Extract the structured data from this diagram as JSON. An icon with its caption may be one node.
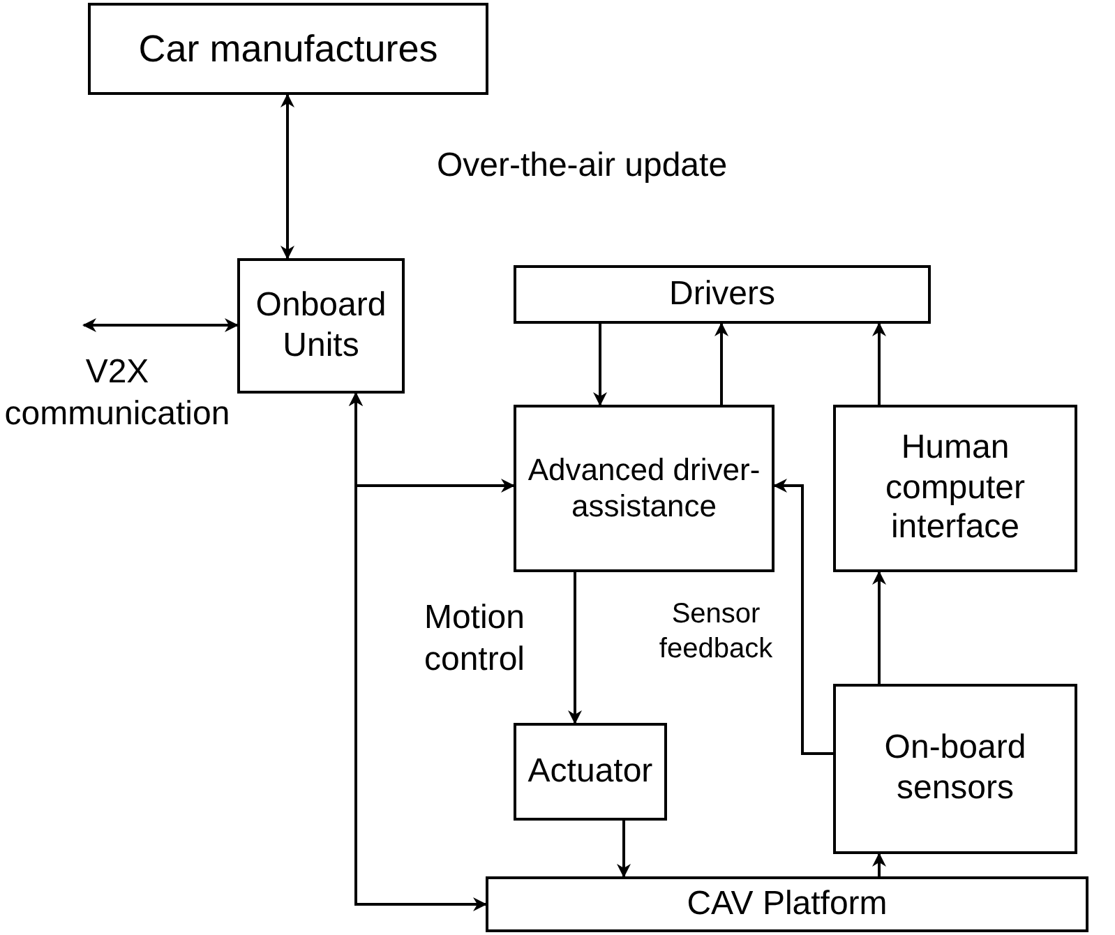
{
  "diagram": {
    "nodes": [
      {
        "text": [
          "Car manufactures"
        ]
      },
      {
        "text": [
          "Onboard Units"
        ]
      },
      {
        "text": [
          "Drivers"
        ]
      },
      {
        "text": [
          "Advanced driver-assistance"
        ]
      },
      {
        "text": [
          "Human computer interface"
        ]
      },
      {
        "text": [
          "Actuator"
        ]
      },
      {
        "text": [
          "On-board sensors"
        ]
      },
      {
        "text": [
          "CAV Platform"
        ]
      }
    ],
    "edges": [
      {
        "from": 0,
        "to": 1,
        "arrow": "both",
        "label": "Over-the-air update"
      },
      {
        "from": null,
        "to": 1,
        "arrow": "both",
        "label": "V2X communication"
      },
      {
        "from": 1,
        "to": 3,
        "arrow": "both"
      },
      {
        "from": 1,
        "to": 7,
        "arrow": "both"
      },
      {
        "from": 2,
        "to": 3,
        "arrow": "to"
      },
      {
        "from": 3,
        "to": 2,
        "arrow": "to"
      },
      {
        "from": 4,
        "to": 2,
        "arrow": "to"
      },
      {
        "from": 3,
        "to": 5,
        "arrow": "to",
        "label": "Motion control"
      },
      {
        "from": 5,
        "to": 7,
        "arrow": "to"
      },
      {
        "from": 7,
        "to": 6,
        "arrow": "to"
      },
      {
        "from": 6,
        "to": 4,
        "arrow": "to"
      },
      {
        "from": 6,
        "to": 3,
        "arrow": "to",
        "label": "Sensor feedback"
      }
    ]
  }
}
